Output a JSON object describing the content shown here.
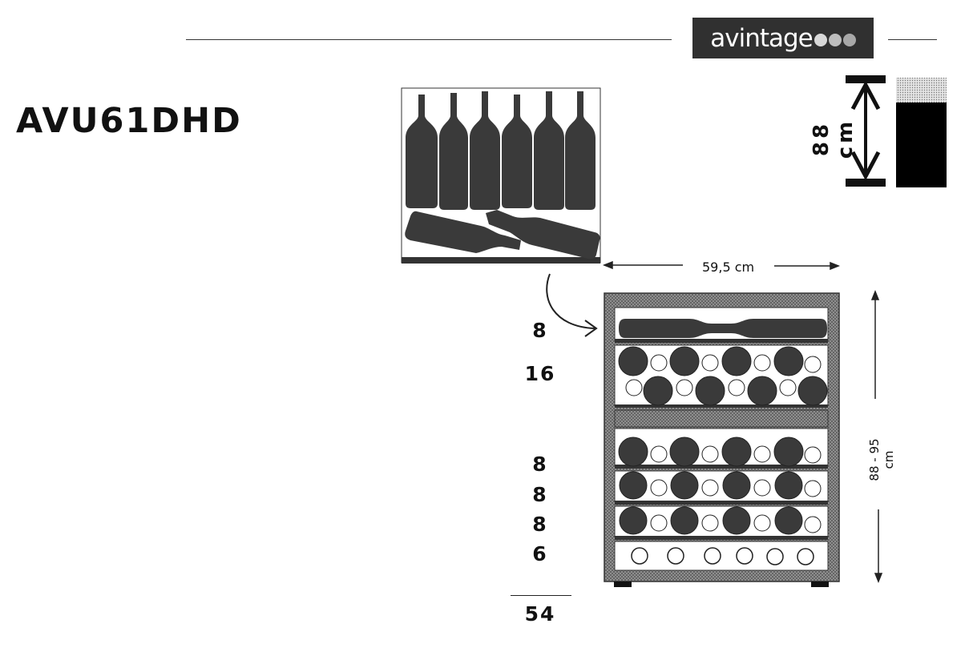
{
  "brand": {
    "logo_text": "avintage",
    "logo_color": "#303030"
  },
  "model": "AVU61DHD",
  "dimensions": {
    "width": "59,5 cm",
    "height_range": "88 - 95 cm",
    "height_symbol": "88 cm"
  },
  "shelves": [
    {
      "count": "8",
      "type": "presentation"
    },
    {
      "count": "16",
      "type": "double-row"
    },
    {
      "count": "8",
      "type": "single-row"
    },
    {
      "count": "8",
      "type": "single-row"
    },
    {
      "count": "8",
      "type": "single-row"
    },
    {
      "count": "6",
      "type": "bottom"
    }
  ],
  "total": "54",
  "colors": {
    "bottle": "#3a3a3a",
    "frame": "#555555"
  }
}
